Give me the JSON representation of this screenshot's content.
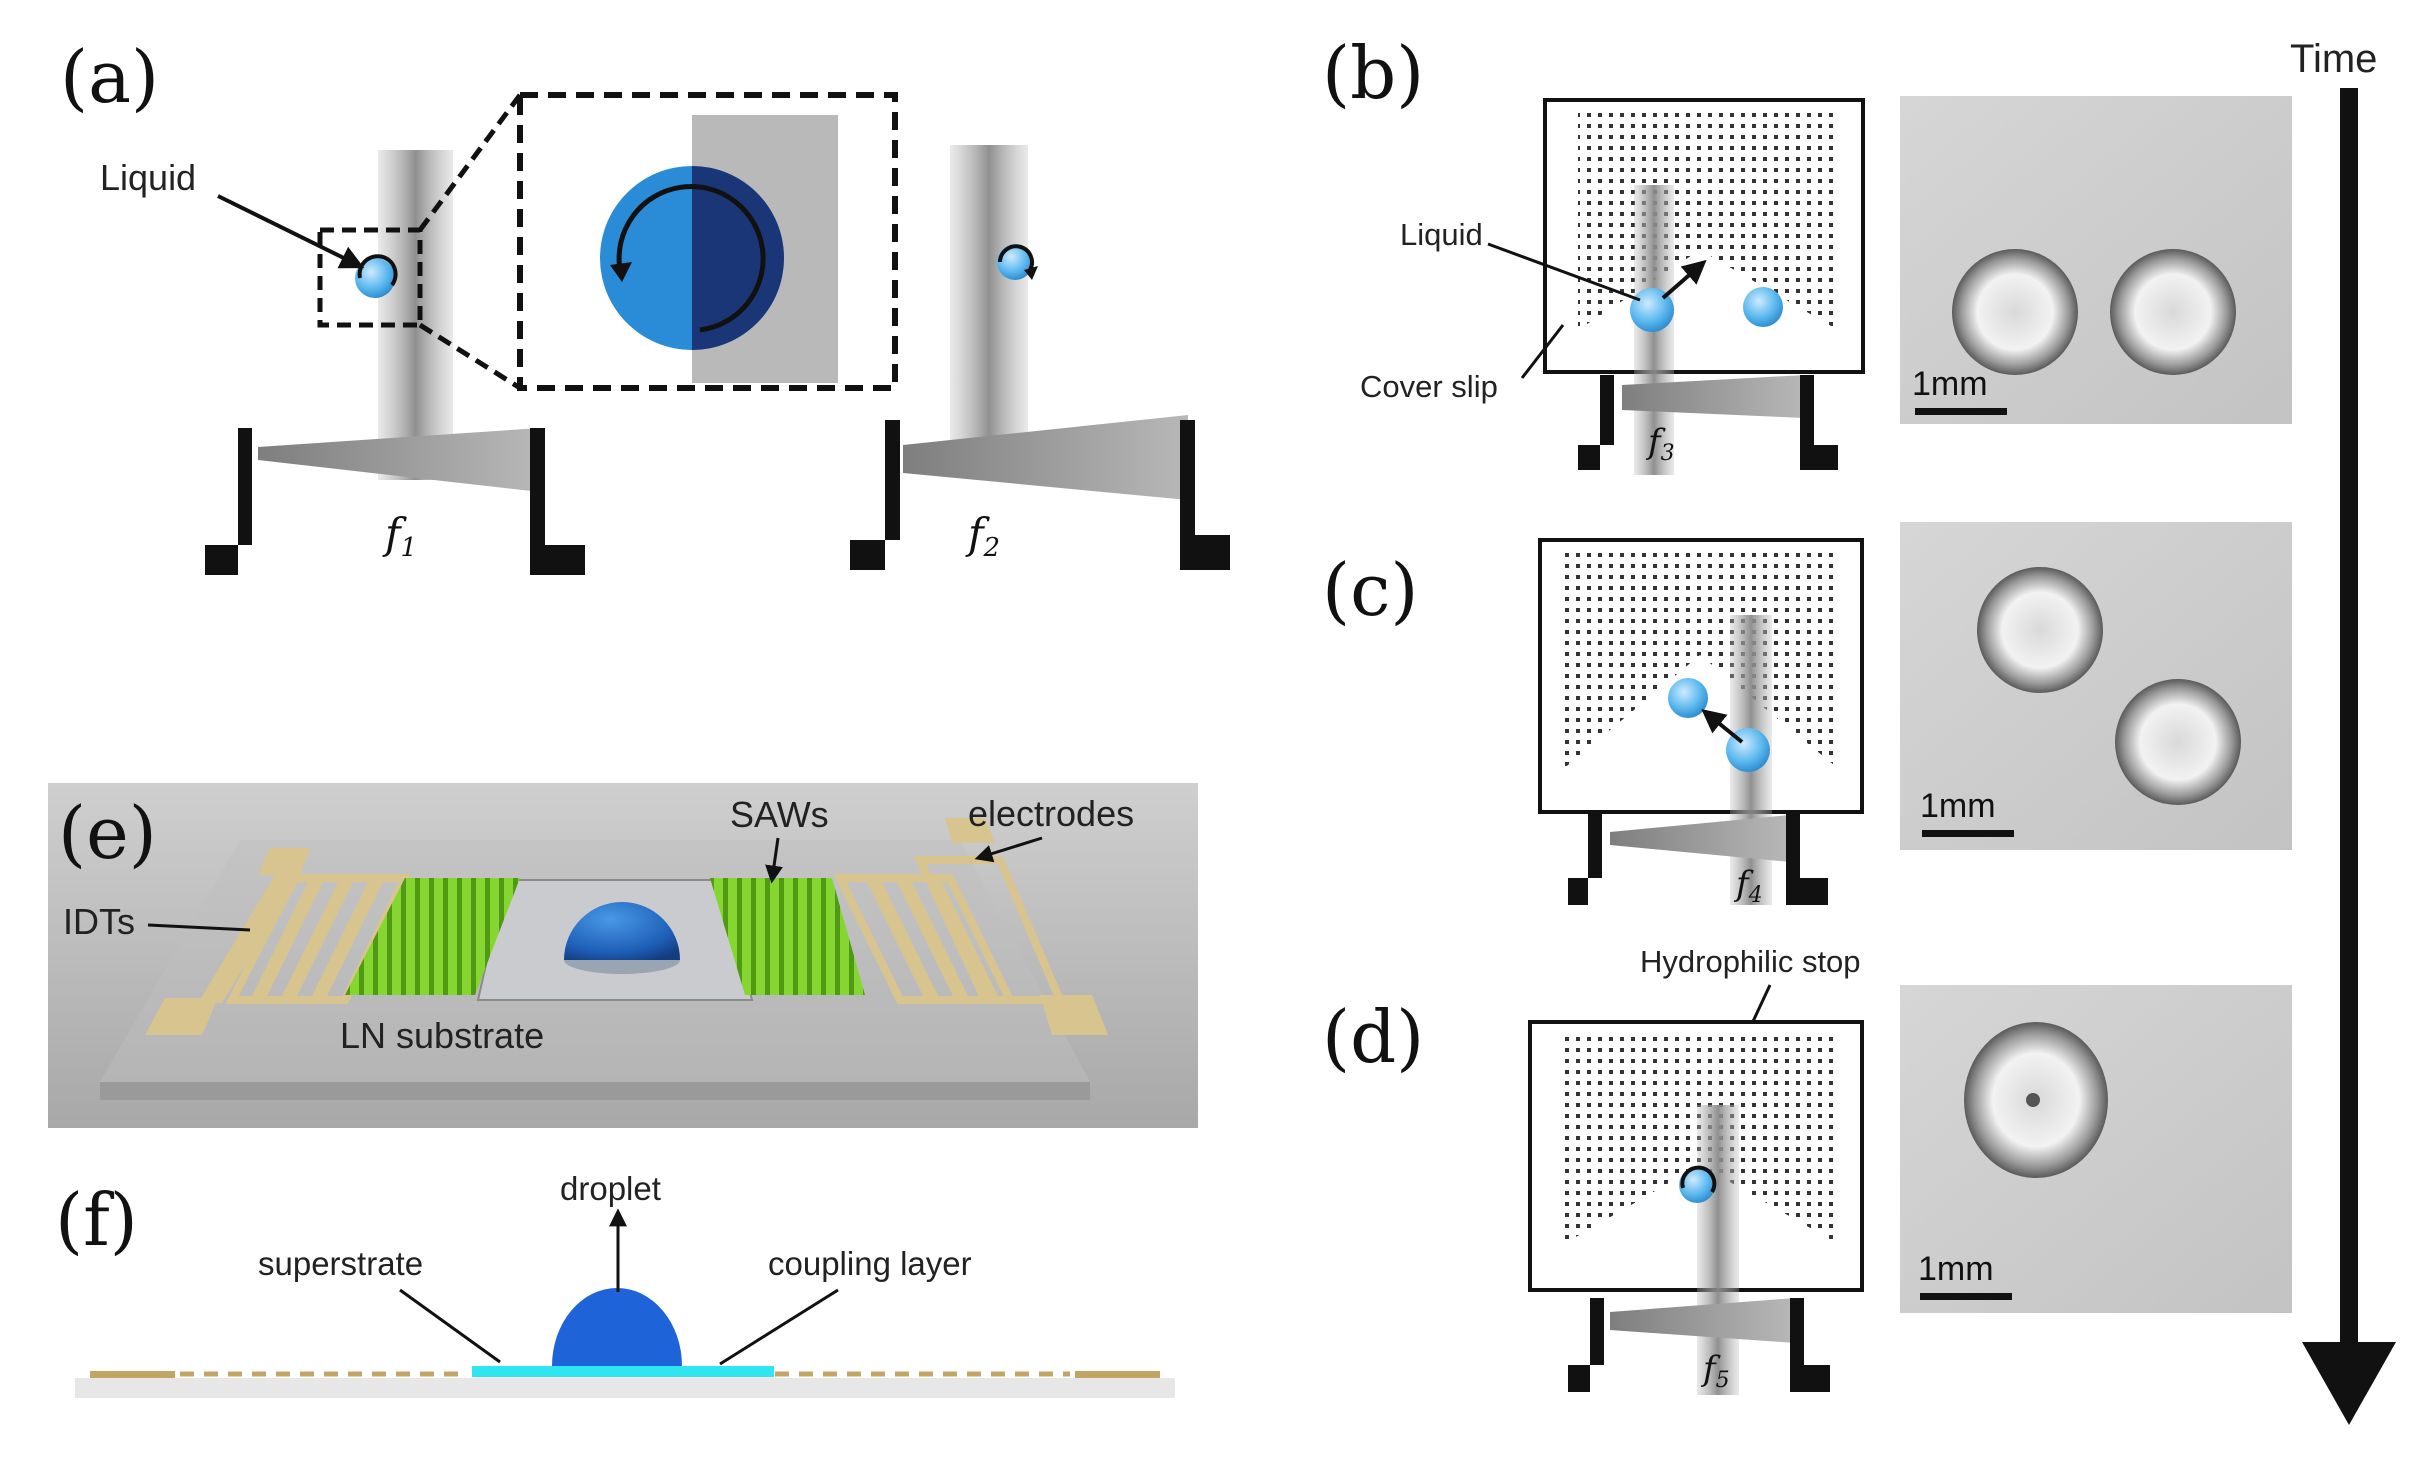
{
  "panels": {
    "a": {
      "label": "(a)",
      "liquid": "Liquid",
      "f_left": "f",
      "f_left_sub": "1",
      "f_right": "f",
      "f_right_sub": "2"
    },
    "b": {
      "label": "(b)",
      "liquid": "Liquid",
      "cover_slip": "Cover slip",
      "f": "f",
      "f_sub": "3",
      "scale": "1mm"
    },
    "c": {
      "label": "(c)",
      "f": "f",
      "f_sub": "4",
      "scale": "1mm"
    },
    "d": {
      "label": "(d)",
      "hydrophilic_stop": "Hydrophilic stop",
      "f": "f",
      "f_sub": "5",
      "scale": "1mm"
    },
    "e": {
      "label": "(e)",
      "saws": "SAWs",
      "electrodes": "electrodes",
      "idts": "IDTs",
      "substrate": "LN substrate"
    },
    "f": {
      "label": "(f)",
      "droplet": "droplet",
      "superstrate": "superstrate",
      "coupling_layer": "coupling layer"
    }
  },
  "time_axis": {
    "label": "Time"
  },
  "colors": {
    "droplet_blue": "#3aa0e0",
    "dark_blue": "#1f4fae",
    "electrode_gold": "#d8c48e",
    "saw_green": "#7ccc2a",
    "coupling_cyan": "#2fe6f0"
  }
}
